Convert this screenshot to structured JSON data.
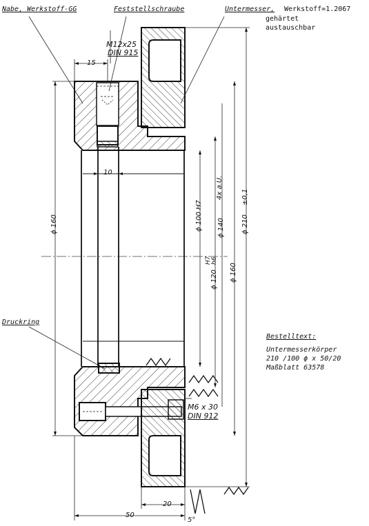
{
  "labels": {
    "hub": "Nabe, Werkstoff-GG",
    "set_screw": "Feststellschraube",
    "set_screw_spec_1": "M12x25",
    "set_screw_spec_2": "DIN 915",
    "lower_knife": "Untermesser,",
    "material": "Werkstoff=1.2067",
    "hardened": "gehärtet",
    "replaceable": "austauschbar",
    "pressure_ring": "Druckring",
    "bolt_spec_1": "M6 x 30",
    "bolt_spec_2": "DIN 912"
  },
  "dimensions": {
    "d15": "15",
    "d10": "10",
    "dia160_left": "ϕ 160",
    "dia100": "ϕ 100 H7",
    "dia120_tol_top": "H7",
    "dia120_tol_bottom": "h6",
    "dia120": "ϕ 120",
    "holes": "4x a.U.",
    "dia140": "ϕ 140",
    "dia160": "ϕ 160",
    "dia210": "ϕ 210",
    "dia210_tol": "±0,1",
    "d50": "50",
    "d20": "20",
    "angle": "5°"
  },
  "order_text": {
    "heading": "Bestelltext:",
    "line1": "Untermesserkörper",
    "line2": "210 /100 ϕ x 50/20",
    "line3": "Maßblatt 63578"
  }
}
